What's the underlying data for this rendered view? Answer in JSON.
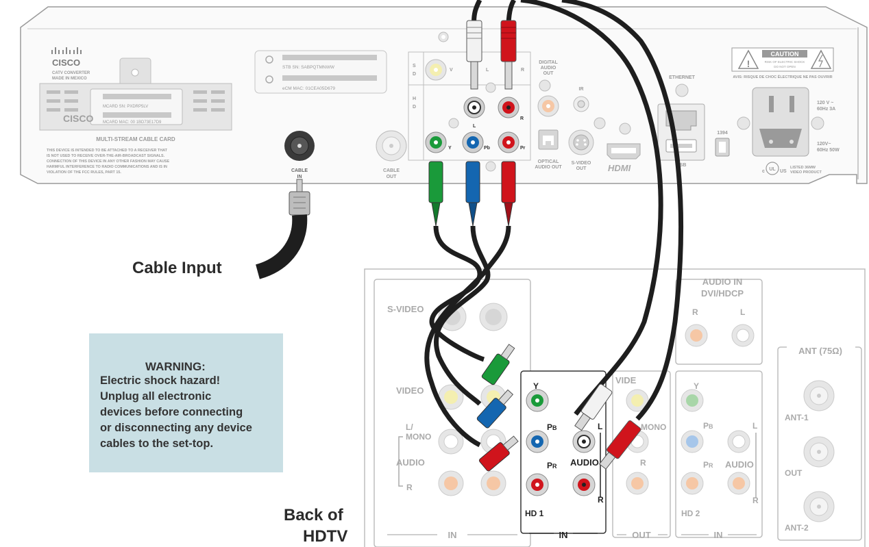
{
  "set_top": {
    "brand_name": "CISCO",
    "brand_sub1": "CATV CONVERTER",
    "brand_sub2": "MADE IN MEXICO",
    "card_brand": "CISCO",
    "card_sn": "MCARD SN: PXDRP5LV",
    "card_mac": "MCARD MAC: 00 1BD73E17D9",
    "card_title": "MULTI-STREAM CABLE CARD",
    "fcc_text": [
      "THIS DEVICE IS INTENDED TO BE ATTACHED TO A RECEIVER THAT",
      "IS NOT USED TO RECEIVE OVER-THE-AIR-BROADCAST SIGNALS.",
      "CONNECTION OF THIS DEVICE IN ANY OTHER FASHION MAY CAUSE",
      "HARMFUL INTERFERENCE TO RADIO COMMUNICATIONS AND IS IN",
      "VIOLATION OF THE FCC RULES, PART 15."
    ],
    "stb_sn": "STB SN:   SABPQTMNWW",
    "ecm_mac": "eCM MAC:   01CEA05D679",
    "cable_in": [
      "CABLE",
      "IN"
    ],
    "cable_out": [
      "CABLE",
      "OUT"
    ],
    "sd_label": [
      "S",
      "D"
    ],
    "hd_label": [
      "H",
      "D"
    ],
    "jack_v": "V",
    "jack_l": "L",
    "jack_r": "R",
    "jack_y": "Y",
    "jack_pb": "Pb",
    "jack_pr": "Pr",
    "digital_audio_out": [
      "DIGITAL",
      "AUDIO",
      "OUT"
    ],
    "ir": "IR",
    "optical_audio_out": [
      "OPTICAL",
      "AUDIO OUT"
    ],
    "svideo_out": [
      "S-VIDEO",
      "OUT"
    ],
    "hdmi": "HDMI",
    "ethernet": "ETHERNET",
    "usb": "USB",
    "firewire": "1394",
    "caution": "CAUTION",
    "caution_sub": [
      "RISK OF ELECTRIC SHOCK",
      "DO NOT OPEN"
    ],
    "avis": "AVIS: RISQUE DE CHOC  ÉLECTRIQUE NE PAS OUVRIR",
    "power1": [
      "120 V ~",
      "60Hz 3A"
    ],
    "power2": [
      "120V~",
      "60Hz 50W"
    ],
    "ul_c": "c",
    "ul_mark": "UL",
    "ul_us": "US",
    "ul_text": [
      "LISTED 36MW",
      "VIDEO PRODUCT"
    ]
  },
  "tv": {
    "svideo": "S-VIDEO",
    "video": "VIDEO",
    "l_mono": [
      "L/",
      "MONO"
    ],
    "audio": "AUDIO",
    "r": "R",
    "l": "L",
    "in": "IN",
    "out": "OUT",
    "y": "Y",
    "pb_main": "P",
    "pb_sub": "B",
    "pr_main": "P",
    "pr_sub": "R",
    "hd1": "HD 1",
    "hd2": "HD 2",
    "video_partial": "VIDE",
    "mono_partial": "MONO",
    "audio_in": "AUDIO IN",
    "dvi_hdcp": "DVI/HDCP",
    "ant_title": "ANT (75Ω)",
    "ant1": "ANT-1",
    "ant_out": "OUT",
    "ant2": "ANT-2"
  },
  "labels": {
    "cable_input": "Cable Input",
    "back_of": "Back of",
    "hdtv": "HDTV"
  },
  "warning": {
    "title": "WARNING:",
    "lines": [
      "Electric shock hazard!",
      "Unplug all electronic",
      "devices before connecting",
      "or disconnecting any device",
      "cables to the set-top."
    ]
  },
  "colors": {
    "green": "#1a9a3a",
    "blue": "#1466b0",
    "red": "#d0141c",
    "white": "#f2f2f2",
    "cable": "#1e1e1e",
    "panel_line": "#bdbdbd",
    "warning_bg": "#c9dfe4"
  }
}
